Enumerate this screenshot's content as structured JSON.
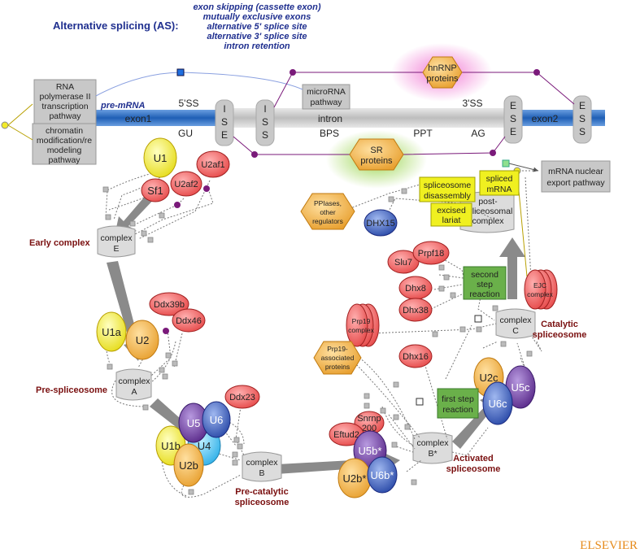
{
  "header": {
    "title": "Alternative splicing (AS):",
    "as_types": [
      "exon skipping (cassette exon)",
      "mutually exclusive exons",
      "alternative 5' splice site",
      "alternative 3' splice site",
      "intron retention"
    ]
  },
  "pathways": {
    "rna_pol2": [
      "RNA",
      "polymerase II",
      "transcription",
      "pathway"
    ],
    "chromatin": [
      "chromatin",
      "modification/re",
      "modeling",
      "pathway"
    ],
    "microrna": [
      "microRNA",
      "pathway"
    ],
    "mrna_export": [
      "mRNA nuclear",
      "export pathway"
    ]
  },
  "premrna": {
    "label": "pre-mRNA",
    "exon1": "exon1",
    "exon2": "exon2",
    "intron": "intron",
    "ss5": "5'SS",
    "ss3": "3'SS",
    "gu": "GU",
    "bps": "BPS",
    "ppt": "PPT",
    "ag": "AG",
    "ise": [
      "I",
      "S",
      "E"
    ],
    "iss": [
      "I",
      "S",
      "S"
    ],
    "ese": [
      "E",
      "S",
      "E"
    ],
    "ess": [
      "E",
      "S",
      "S"
    ]
  },
  "regulators": {
    "hnrnp": [
      "hnRNP",
      "proteins"
    ],
    "sr": [
      "SR",
      "proteins"
    ],
    "pplases": [
      "PPIases,",
      "other",
      "regulators"
    ],
    "prp19_assoc": [
      "Prp19-",
      "associated",
      "proteins"
    ]
  },
  "stages": {
    "early": "Early complex",
    "pre": "Pre-spliceosome",
    "precat": [
      "Pre-catalytic",
      "spliceosome"
    ],
    "activated": [
      "Activated",
      "spliceosome"
    ],
    "catalytic": [
      "Catalytic",
      "spliceosome"
    ]
  },
  "complexes": {
    "e": [
      "complex",
      "E"
    ],
    "a": [
      "complex",
      "A"
    ],
    "b": [
      "complex",
      "B"
    ],
    "bstar": [
      "complex",
      "B*"
    ],
    "c": [
      "complex",
      "C"
    ],
    "post": [
      "post-",
      "spliceosomal",
      "complex"
    ]
  },
  "proteins": {
    "u1": "U1",
    "sf1": "Sf1",
    "u2af2": "U2af2",
    "u2af1": "U2af1",
    "u1a": "U1a",
    "u2": "U2",
    "ddx39b": "Ddx39b",
    "ddx46": "Ddx46",
    "u5": "U5",
    "u6": "U6",
    "u4": "U4",
    "u1b": "U1b",
    "u2b": "U2b",
    "ddx23": "Ddx23",
    "snrnp200": [
      "Snrnp",
      "200"
    ],
    "eftud2": "Eftud2",
    "u5bstar": "U5b*",
    "u2bstar": "U2b*",
    "u6bstar": "U6b*",
    "prp19": [
      "Prp19",
      "complex"
    ],
    "dhx16": "Dhx16",
    "u2c": "U2c",
    "u5c": "U5c",
    "u6c": "U6c",
    "slu7": "Slu7",
    "prpf18": "Prpf18",
    "dhx8": "Dhx8",
    "dhx38": "Dhx38",
    "ejc": [
      "EJC",
      "complex"
    ],
    "dhx15": "DHX15"
  },
  "reactions": {
    "first": [
      "first step",
      "reaction"
    ],
    "second": [
      "second",
      "step",
      "reaction"
    ],
    "disassembly": [
      "spliceosome",
      "disassembly"
    ],
    "lariat": [
      "excised",
      "lariat"
    ],
    "spliced": [
      "spliced",
      "mRNA"
    ]
  },
  "publisher": "ELSEVIER",
  "colors": {
    "premrna_exon": "#1f5fb5",
    "element_box": "#c8c8c8",
    "hnrnp_glow": "#f06fd0",
    "sr_glow": "#8fd03a",
    "orange_hex": "#f5a23a",
    "red_protein": "#e64a4a",
    "yellow_protein": "#f2ea2a",
    "orange_protein": "#f0b040",
    "purple_protein": "#6a3a9a",
    "blue_protein": "#3a5ab8",
    "cyan_protein": "#4ac0f0",
    "green_reaction": "#6ab04a",
    "yellow_reaction": "#f0f020",
    "stage_text": "#7a1010",
    "header_text": "#1f2f8f",
    "inhibit_dot": "#7a1a7a"
  }
}
